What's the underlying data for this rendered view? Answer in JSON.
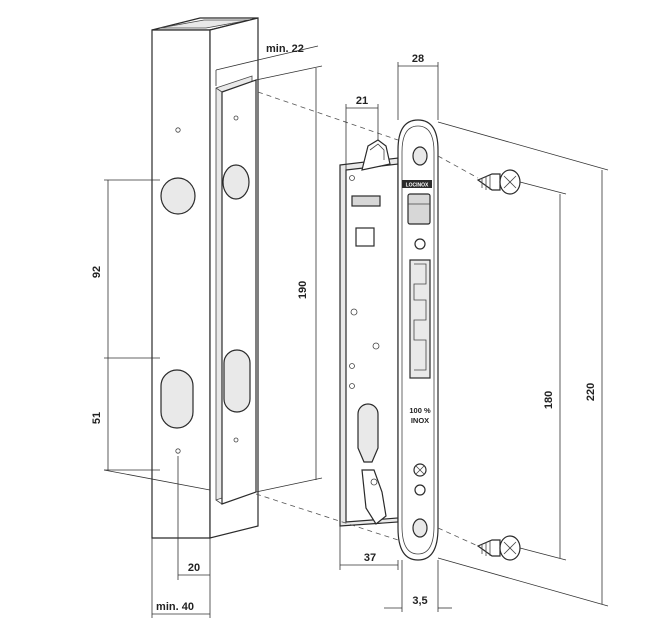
{
  "dimensions": {
    "min22": "min. 22",
    "d190": "190",
    "d92": "92",
    "d51": "51",
    "d20": "20",
    "min40": "min. 40",
    "d28": "28",
    "d21": "21",
    "d180": "180",
    "d220": "220",
    "d37": "37",
    "d3_5": "3,5"
  },
  "lock": {
    "brand": "LOCINOX",
    "material_line1": "100 %",
    "material_line2": "INOX"
  },
  "colors": {
    "line": "#2b2b2b",
    "panel_fill": "#e9e9e9",
    "background": "#ffffff"
  }
}
